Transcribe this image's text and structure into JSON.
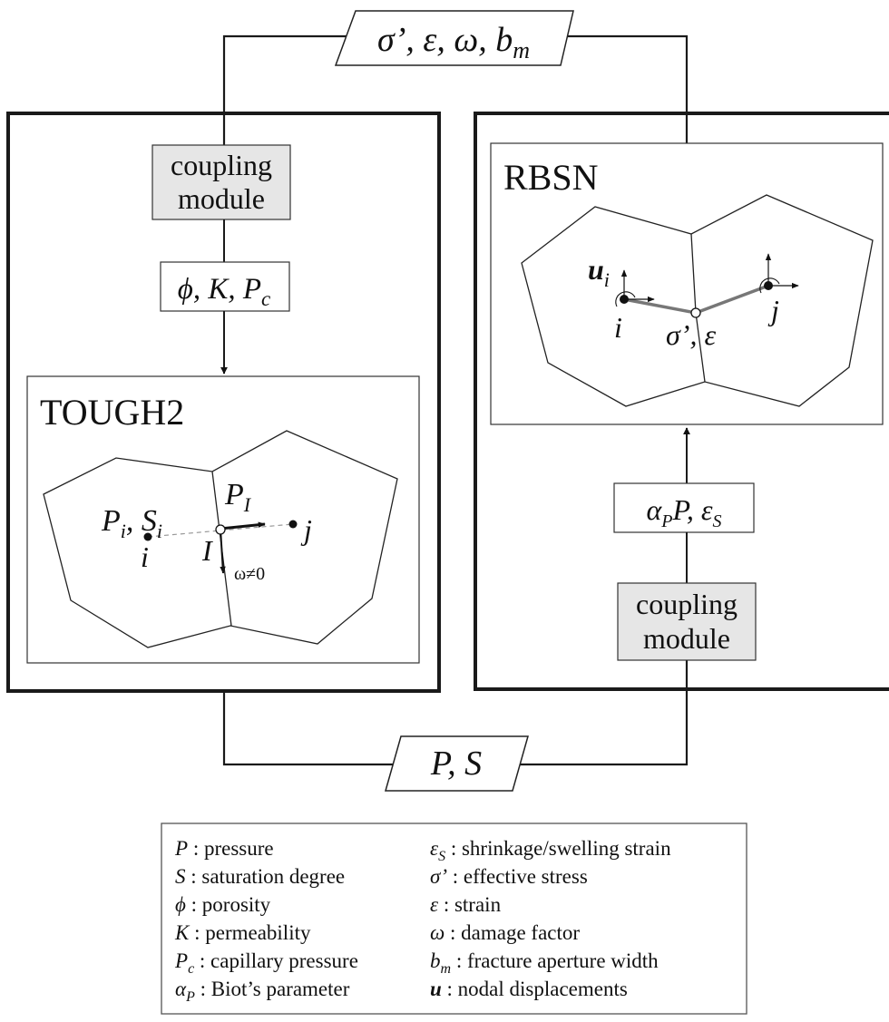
{
  "top_label": {
    "sigma": "σ’, ε, ω, ",
    "b": "b",
    "m": "m"
  },
  "bottom_label": "P, S",
  "left_panel": {
    "coupling_line1": "coupling",
    "coupling_line2": "module",
    "params": {
      "phi_K": "ϕ, K, ",
      "P": "P",
      "c": "c"
    },
    "tough2": {
      "title": "TOUGH2",
      "Pi": "P",
      "i_sub": "i",
      "comma_S": ", S",
      "i_sub2": "i",
      "PI": "P",
      "I_sub": "I",
      "node_i": "i",
      "node_j": "j",
      "interface_I": "I",
      "omega": "ω≠0"
    }
  },
  "right_panel": {
    "rbsn": {
      "title": "RBSN",
      "u": "u",
      "u_sub": "i",
      "node_i": "i",
      "node_j": "j",
      "sigma_eps": "σ’, ε"
    },
    "params": {
      "alpha": "α",
      "alpha_sub": "P",
      "P_eps": "P, ε",
      "eps_sub": "S"
    },
    "coupling_line1": "coupling",
    "coupling_line2": "module"
  },
  "legend": {
    "left": [
      {
        "sym": "P",
        "sub": "",
        "desc": " : pressure"
      },
      {
        "sym": "S",
        "sub": "",
        "desc": " : saturation degree"
      },
      {
        "sym": "ϕ",
        "sub": "",
        "desc": " : porosity"
      },
      {
        "sym": "K",
        "sub": "",
        "desc": " : permeability"
      },
      {
        "sym": "P",
        "sub": "c",
        "desc": " : capillary pressure"
      },
      {
        "sym": "α",
        "sub": "P",
        "desc": " : Biot’s parameter"
      }
    ],
    "right": [
      {
        "sym": "ε",
        "sub": "S",
        "desc": " : shrinkage/swelling strain"
      },
      {
        "sym": "σ’",
        "sub": "",
        "desc": " : effective stress"
      },
      {
        "sym": "ε",
        "sub": "",
        "desc": " : strain"
      },
      {
        "sym": "ω",
        "sub": "",
        "desc": " : damage factor"
      },
      {
        "sym": "b",
        "sub": "m",
        "desc": " : fracture aperture width"
      },
      {
        "sym": "u",
        "sub": "",
        "desc": " : nodal displacements"
      }
    ]
  }
}
